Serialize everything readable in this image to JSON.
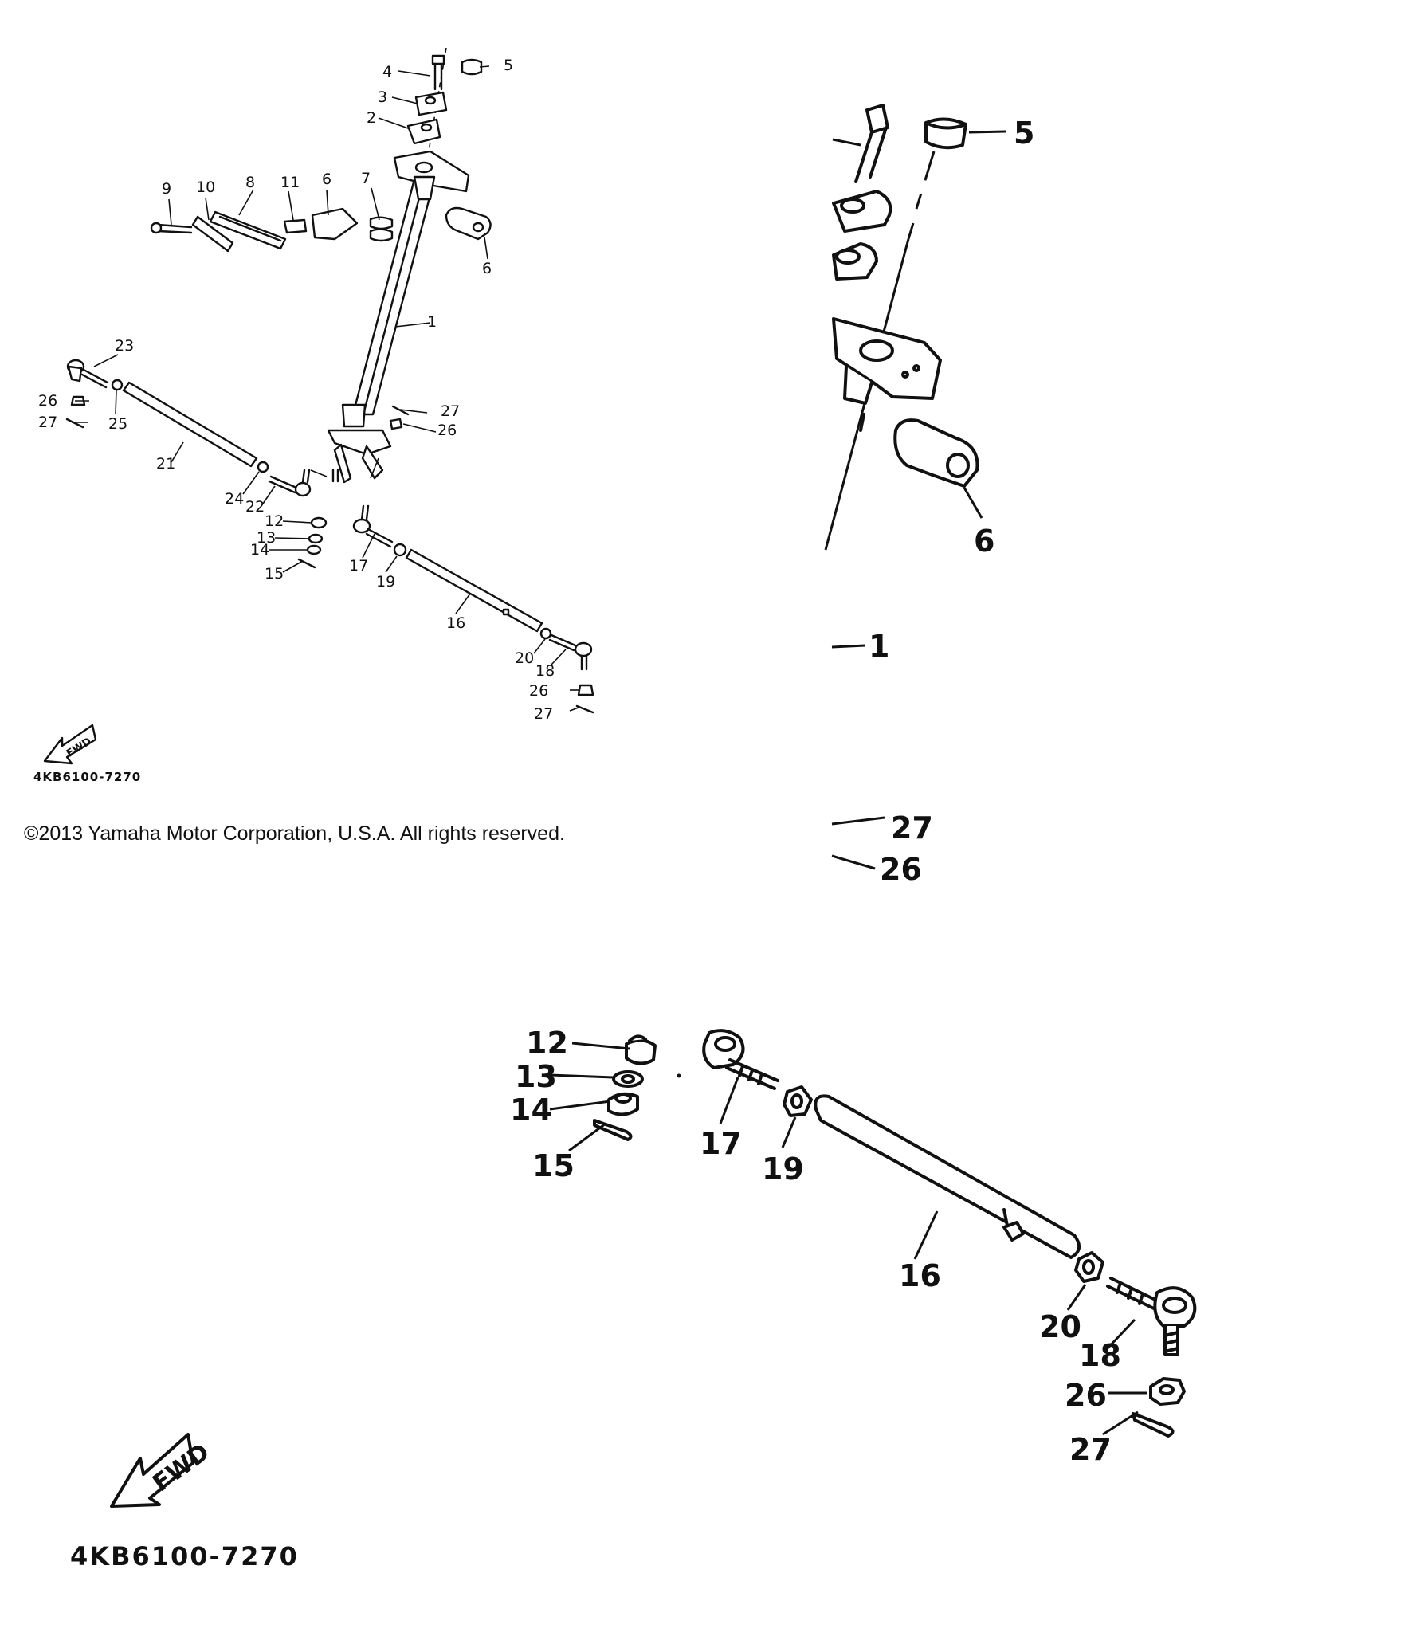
{
  "overview": {
    "labels": {
      "p1": "1",
      "p2": "2",
      "p3": "3",
      "p4": "4",
      "p5": "5",
      "p6a": "6",
      "p6b": "6",
      "p7": "7",
      "p8": "8",
      "p9": "9",
      "p10": "10",
      "p11": "11",
      "p12": "12",
      "p13": "13",
      "p14": "14",
      "p15": "15",
      "p16": "16",
      "p17": "17",
      "p18": "18",
      "p19": "19",
      "p20": "20",
      "p21": "21",
      "p22": "22",
      "p23": "23",
      "p24": "24",
      "p25": "25",
      "p26a": "26",
      "p26b": "26",
      "p26c": "26",
      "p27a": "27",
      "p27b": "27",
      "p27c": "27"
    },
    "fwd": "FWD",
    "diagram_code": "4KB6100-7270",
    "copyright": "©2013 Yamaha Motor Corporation, U.S.A. All rights reserved."
  },
  "zoom_top": {
    "labels": {
      "p5": "5",
      "p6": "6",
      "p1": "1",
      "p27": "27",
      "p26": "26"
    }
  },
  "zoom_bottom": {
    "labels": {
      "p12": "12",
      "p13": "13",
      "p14": "14",
      "p15": "15",
      "p16": "16",
      "p17": "17",
      "p18": "18",
      "p19": "19",
      "p20": "20",
      "p26": "26",
      "p27": "27"
    },
    "fwd": "FWD",
    "diagram_code": "4KB6100-7270"
  }
}
